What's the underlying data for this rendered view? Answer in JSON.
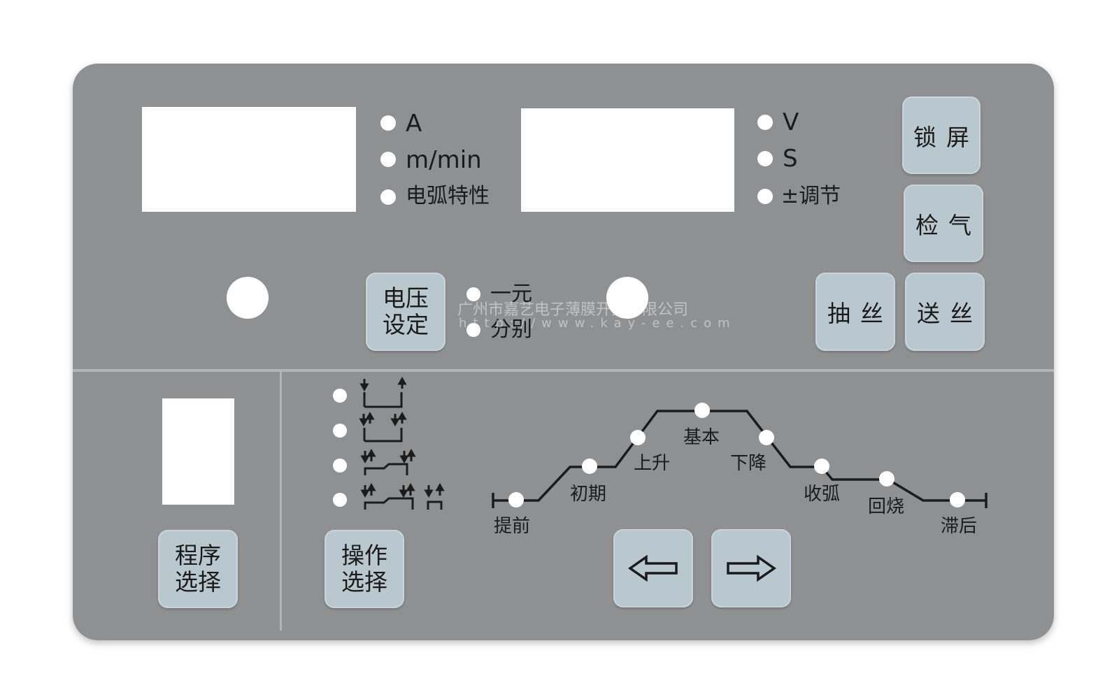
{
  "top_left_display": {
    "units": [
      {
        "label": "A"
      },
      {
        "label": "m/min"
      },
      {
        "label": "电弧特性"
      }
    ]
  },
  "top_right_display": {
    "units": [
      {
        "label": "V"
      },
      {
        "label": "S"
      },
      {
        "label": "±调节"
      }
    ]
  },
  "voltage_mode": {
    "button": {
      "line1": "电压",
      "line2": "设定"
    },
    "options": [
      {
        "label": "一元"
      },
      {
        "label": "分别"
      }
    ]
  },
  "right_buttons": {
    "lock_screen": "锁屏",
    "gas_check": "检气",
    "wire_retract": "抽丝",
    "wire_feed": "送丝"
  },
  "program_select": {
    "line1": "程序",
    "line2": "选择"
  },
  "operation_select": {
    "line1": "操作",
    "line2": "选择"
  },
  "operation_modes": [
    "2T",
    "4T",
    "special-4T",
    "spot/repeat"
  ],
  "process_curve": {
    "stages": [
      {
        "label": "提前"
      },
      {
        "label": "初期"
      },
      {
        "label": "上升"
      },
      {
        "label": "基本"
      },
      {
        "label": "下降"
      },
      {
        "label": "收弧"
      },
      {
        "label": "回烧"
      },
      {
        "label": "滞后"
      }
    ]
  },
  "navigation": {
    "left_icon": "arrow-left-icon",
    "right_icon": "arrow-right-icon"
  },
  "watermark": {
    "company": "广州市嘉艺电子薄膜开关有限公司",
    "url": "http://www.kay-ee.com"
  },
  "colors": {
    "panel": "#8f9092",
    "key": "#b9c8ce",
    "text": "#1b1b1b",
    "window": "#ffffff"
  }
}
